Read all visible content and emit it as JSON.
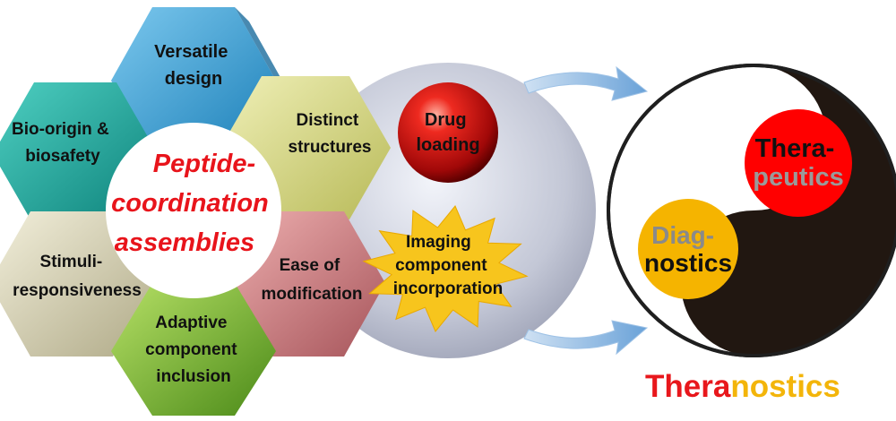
{
  "hexagons": [
    {
      "id": "versatile",
      "lines": [
        "Versatile",
        "design"
      ],
      "color": "#3aa3d6"
    },
    {
      "id": "bio",
      "lines": [
        "Bio-origin &",
        "biosafety"
      ],
      "color": "#14a89d"
    },
    {
      "id": "distinct",
      "lines": [
        "Distinct",
        "structures"
      ],
      "color": "#d8da7e"
    },
    {
      "id": "stimuli",
      "lines": [
        "Stimuli-",
        "responsiveness"
      ],
      "color": "#d9d4b4"
    },
    {
      "id": "ease",
      "lines": [
        "Ease of",
        "modification"
      ],
      "color": "#cf7e80"
    },
    {
      "id": "adaptive",
      "lines": [
        "Adaptive",
        "component",
        "inclusion"
      ],
      "color": "#79b52f"
    }
  ],
  "center": {
    "lines": [
      "Peptide-",
      "coordination",
      "assemblies"
    ],
    "color": "#e8141b"
  },
  "drug": {
    "lines": [
      "Drug",
      "loading"
    ],
    "color": "#d11a1a"
  },
  "imaging": {
    "lines": [
      "Imaging",
      "component",
      "incorporation"
    ],
    "color": "#f7c51d"
  },
  "therapeutics": {
    "part1": "Thera-",
    "part2": "peutics",
    "color": "#ff0000"
  },
  "diagnostics": {
    "part1": "Diag-",
    "part2": "nostics",
    "color": "#f5b400"
  },
  "title": {
    "part1": "Thera",
    "part2": "nostics",
    "color1": "#e8171c",
    "color2": "#f3b50a"
  }
}
